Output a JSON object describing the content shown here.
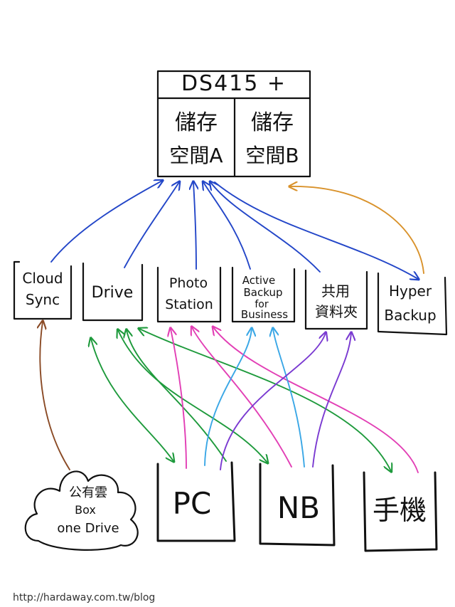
{
  "colors": {
    "ink": "#111111",
    "blue": "#2346c8",
    "pink": "#e23fb5",
    "green": "#1e9a3c",
    "cyan": "#3aa7e6",
    "purple": "#7a3ad1",
    "brown": "#8a4a25",
    "orange": "#d9922b"
  },
  "nas": {
    "title": "DS415 +",
    "volume_a": [
      "儲存",
      "空間A"
    ],
    "volume_b": [
      "儲存",
      "空間B"
    ]
  },
  "services": {
    "cloud_sync": [
      "Cloud",
      "Sync"
    ],
    "drive": [
      "Drive"
    ],
    "photo_station": [
      "Photo",
      "Station"
    ],
    "active_backup": [
      "Active",
      "Backup",
      "for",
      "Business"
    ],
    "shared_folder": [
      "共用",
      "資料夾"
    ],
    "hyper_backup": [
      "Hyper",
      "Backup"
    ]
  },
  "devices": {
    "pc": "PC",
    "nb": "NB",
    "phone": "手機"
  },
  "cloud": [
    "公有雲",
    "Box",
    "one Drive"
  ],
  "watermark": "http://hardaway.com.tw/blog"
}
